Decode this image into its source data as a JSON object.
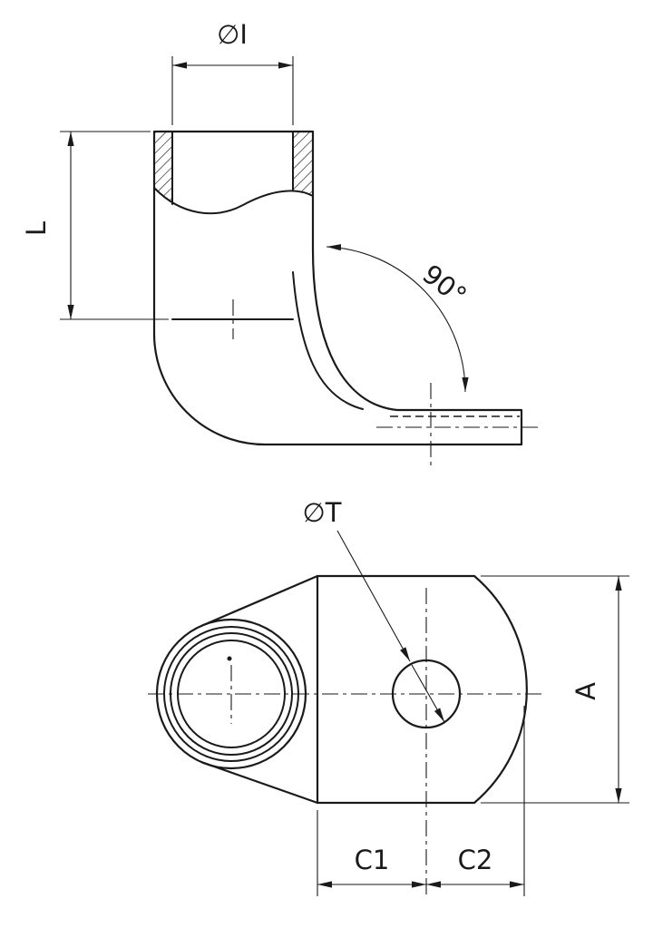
{
  "drawing": {
    "type": "technical-drawing",
    "subject": "90 degree angled tube cable lug, two orthographic views",
    "colors": {
      "line": "#1a1a1a",
      "background": "#ffffff"
    },
    "views": {
      "side_view": {
        "labels": {
          "inner_diameter": "∅I",
          "barrel_length": "L",
          "bend_angle": "90°"
        }
      },
      "plan_view": {
        "labels": {
          "hole_diameter": "∅T",
          "palm_height": "A",
          "c1": "C1",
          "c2": "C2"
        }
      }
    }
  }
}
